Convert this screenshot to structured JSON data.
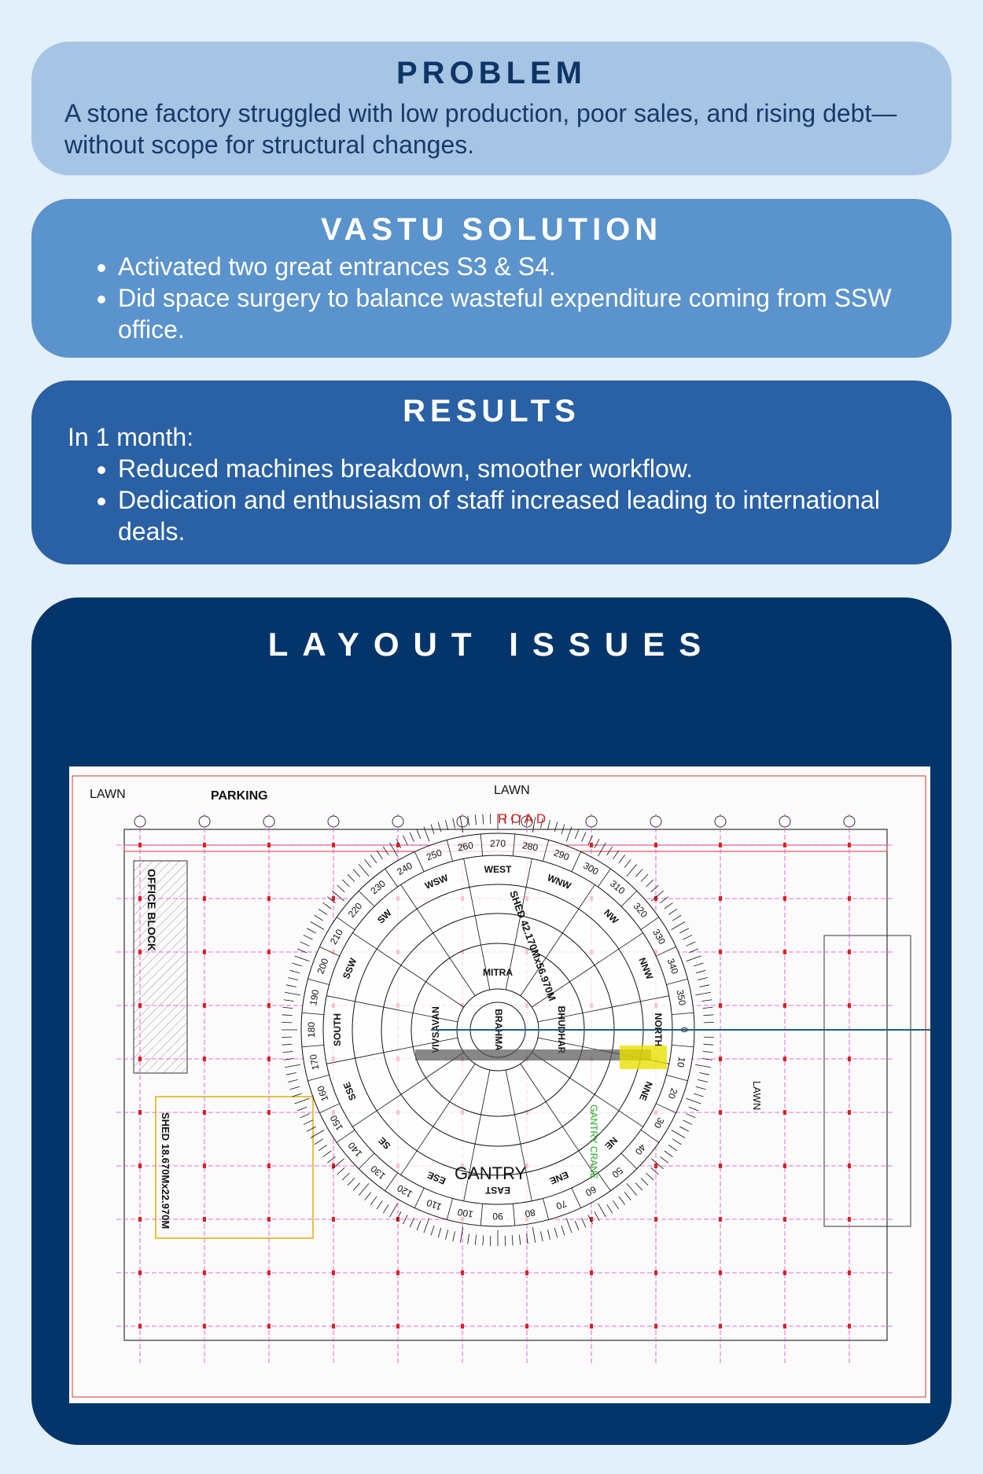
{
  "problem": {
    "title": "PROBLEM",
    "text": "A stone factory struggled with low production, poor sales, and rising debt—without scope for structural changes."
  },
  "vastu_solution": {
    "title": "VASTU SOLUTION",
    "bullets": [
      "Activated two great entrances S3 & S4.",
      "Did space surgery to balance wasteful expenditure coming from SSW office."
    ]
  },
  "results": {
    "title": "RESULTS",
    "lead": "In 1 month:",
    "bullets": [
      "Reduced machines breakdown, smoother workflow.",
      "Dedication and enthusiasm of staff increased leading to international deals."
    ]
  },
  "layout_issues": {
    "title": "LAYOUT ISSUES",
    "plan_labels": {
      "lawn_left": "LAWN",
      "parking": "PARKING",
      "lawn_top": "LAWN",
      "road": "ROAD",
      "office_block": "OFFICE BLOCK",
      "gantry": "GANTRY",
      "gantry_crane": "GANTRY CRANE",
      "shed_left": "SHED 18.670Mx22.970M",
      "shed_right": "SHED 42.170Mx56.970M",
      "lawn_right": "LAWN",
      "brahma": "BRAHMA",
      "mitra": "MITRA",
      "bhudhar": "BHUDHAR",
      "vivsavan": "VIVSAVAN"
    },
    "directions": [
      "NORTH",
      "NNE",
      "NE",
      "ENE",
      "EAST",
      "ESE",
      "SE",
      "SSE",
      "SOUTH",
      "SSW",
      "SW",
      "WSW",
      "WEST",
      "WNW",
      "NW",
      "NNW"
    ],
    "degrees": [
      0,
      10,
      20,
      30,
      40,
      50,
      60,
      70,
      80,
      90,
      100,
      110,
      120,
      130,
      140,
      150,
      160,
      170,
      180,
      190,
      200,
      210,
      220,
      230,
      240,
      250,
      260,
      270,
      280,
      290,
      300,
      310,
      320,
      330,
      340,
      350
    ],
    "colors": {
      "compass": "#111111",
      "grid": "#e040e0",
      "column": "#e02020",
      "road": "#e02020"
    }
  }
}
